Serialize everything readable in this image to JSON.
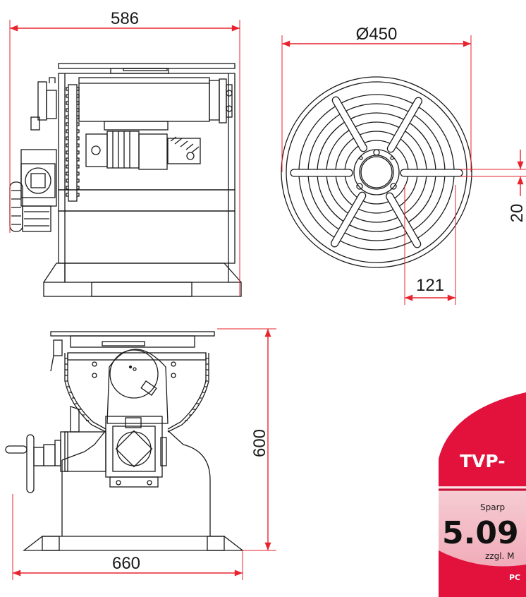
{
  "dimensions": {
    "front_width": "586",
    "diameter": "Ø450",
    "slot_offset": "121",
    "slot_width": "20",
    "side_height": "600",
    "side_width": "660"
  },
  "badge": {
    "model": "TVP-",
    "save_label": "Sparp",
    "price": "5.09",
    "tax_note": "zzgl. M",
    "code": "PC"
  },
  "colors": {
    "dimension_line": "#e8232e",
    "drawing_line": "#1a1a1a",
    "badge_red": "#e2123c",
    "badge_pink": "#f3c0c9"
  }
}
